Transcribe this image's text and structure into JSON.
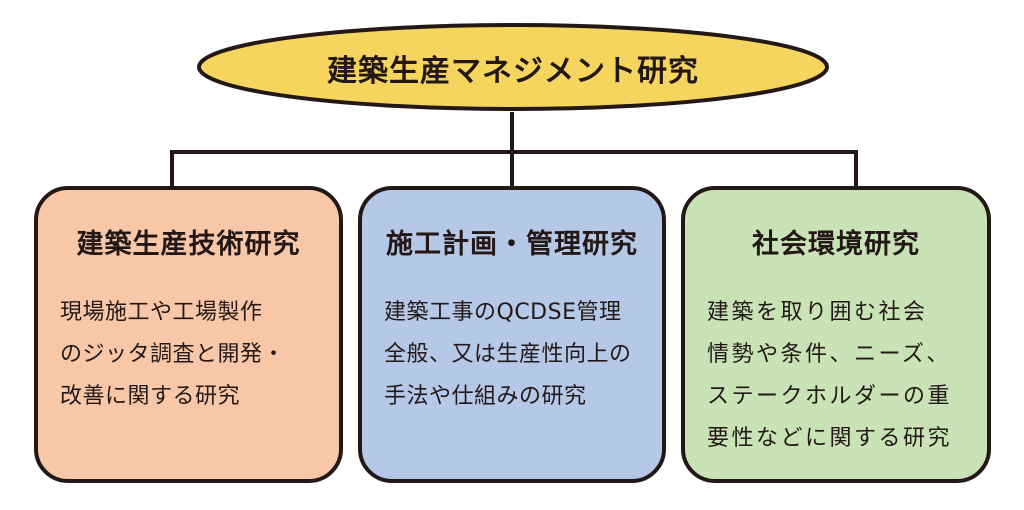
{
  "root": {
    "title": "建築生産マネジメント研究"
  },
  "branches": [
    {
      "title": "建築生産技術研究",
      "text": "現場施工や工場製作\nのジッタ調査と開発・\n改善に関する研究",
      "color": "#f8c7a8"
    },
    {
      "title": "施工計画・管理研究",
      "text": "建築工事のQCDSE管理\n全般、又は生産性向上の\n手法や仕組みの研究",
      "color": "#b5c8e8"
    },
    {
      "title": "社会環境研究",
      "text": "建築を取り囲む社会\n情勢や条件、ニーズ、\nステークホルダーの重\n要性などに関する研究",
      "color": "#c9e2b6"
    }
  ],
  "colors": {
    "root_fill": "#f6d55e",
    "line": "#231815"
  }
}
